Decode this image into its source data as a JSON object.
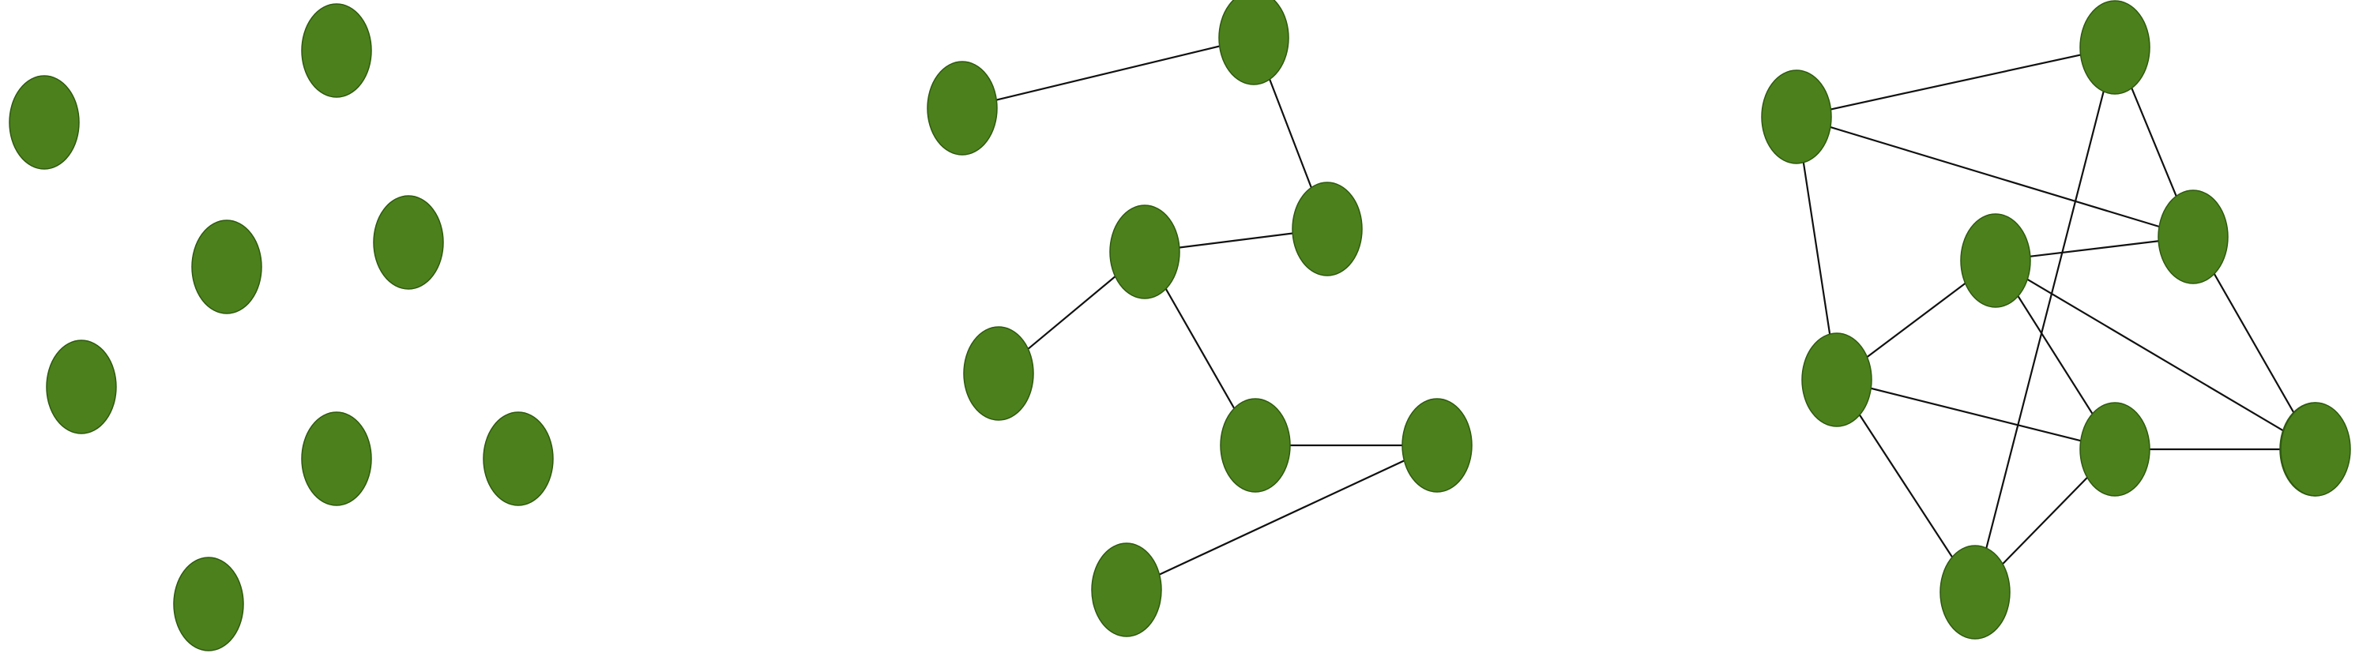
{
  "node_color": "#4b801c",
  "edge_color": "#111111",
  "graphs": [
    {
      "id": "empty-graph",
      "nodes": [
        "a",
        "b",
        "c",
        "d",
        "e",
        "f",
        "g",
        "h"
      ],
      "edges": []
    },
    {
      "id": "tree-graph",
      "nodes": [
        "a",
        "b",
        "c",
        "d",
        "e",
        "f",
        "g",
        "h"
      ],
      "edges": [
        [
          "a",
          "b"
        ],
        [
          "b",
          "c"
        ],
        [
          "d",
          "c"
        ],
        [
          "d",
          "e"
        ],
        [
          "d",
          "f"
        ],
        [
          "f",
          "g"
        ],
        [
          "g",
          "h"
        ]
      ]
    },
    {
      "id": "connected-graph",
      "nodes": [
        "a",
        "b",
        "c",
        "d",
        "e",
        "f",
        "g",
        "h",
        "i"
      ],
      "edges": [
        [
          "a",
          "b"
        ],
        [
          "a",
          "c"
        ],
        [
          "a",
          "e"
        ],
        [
          "b",
          "c"
        ],
        [
          "b",
          "i"
        ],
        [
          "d",
          "c"
        ],
        [
          "d",
          "e"
        ],
        [
          "d",
          "f"
        ],
        [
          "d",
          "g"
        ],
        [
          "e",
          "f"
        ],
        [
          "e",
          "i"
        ],
        [
          "f",
          "g"
        ],
        [
          "f",
          "i"
        ],
        [
          "c",
          "g"
        ]
      ]
    }
  ]
}
